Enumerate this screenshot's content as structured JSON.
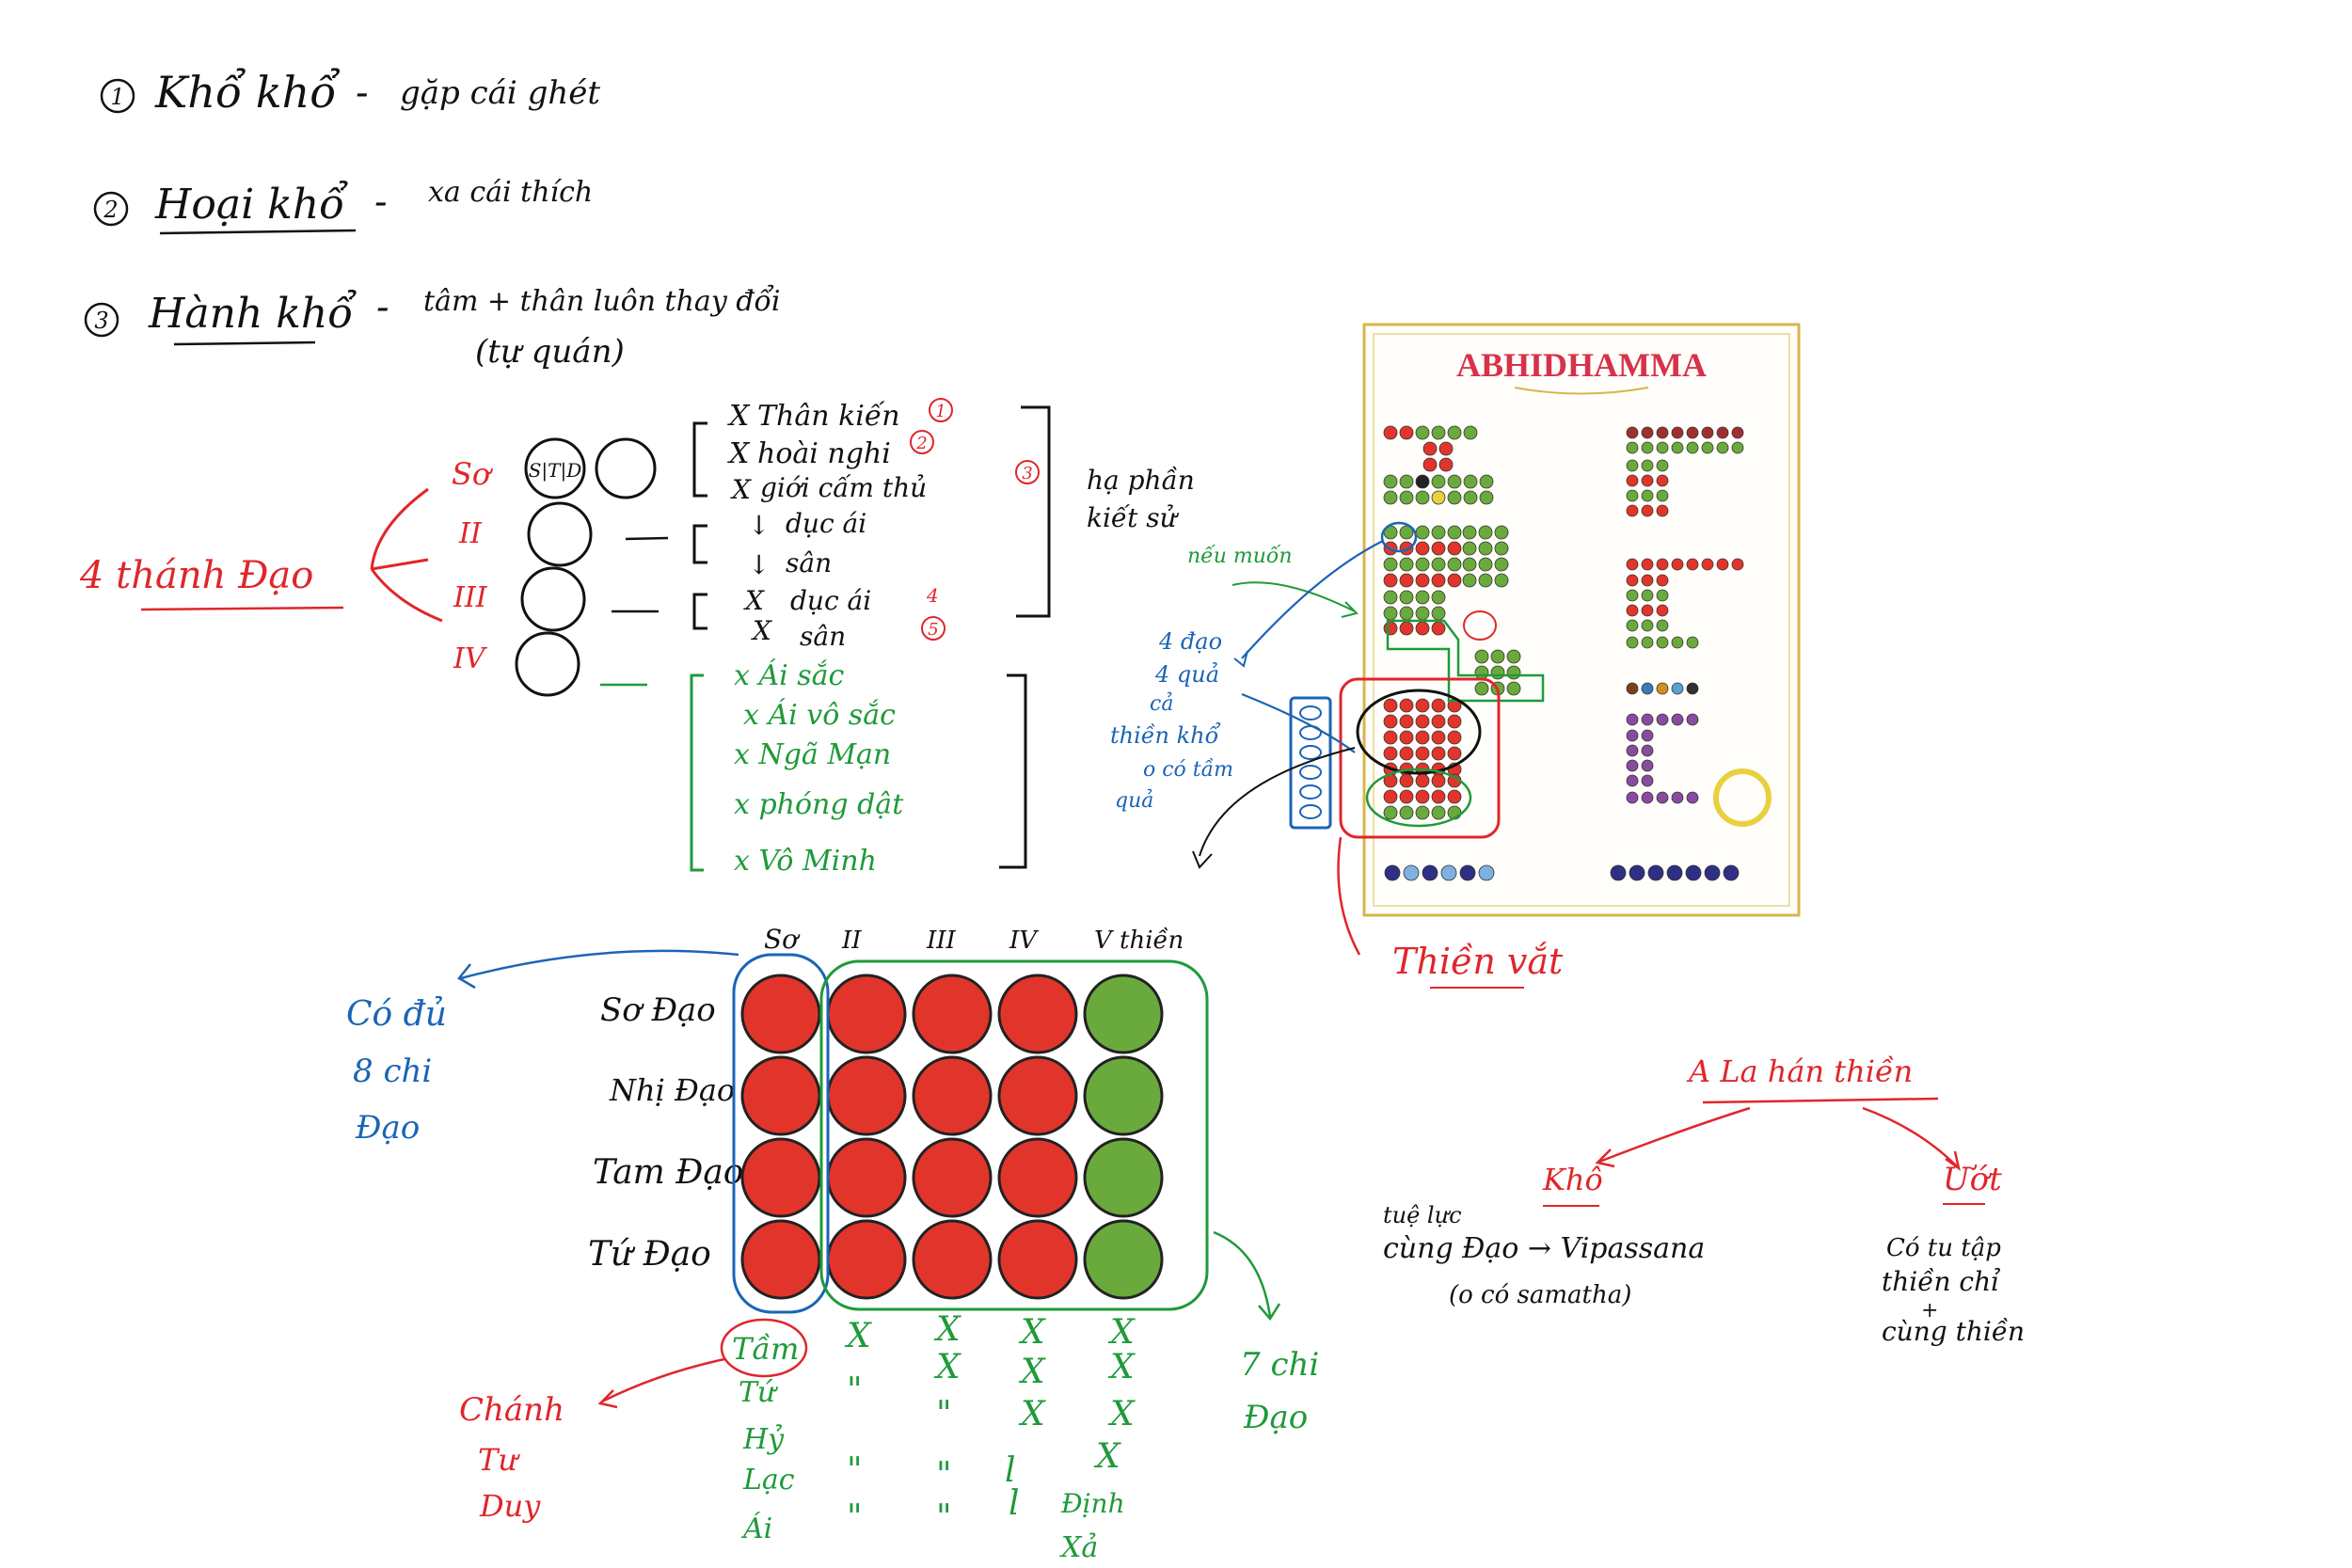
{
  "board": {
    "colors": {
      "ink_black": "#111111",
      "ink_red": "#e0262b",
      "ink_green": "#1f9a3a",
      "ink_blue": "#1b64b5",
      "dot_red": "#e1352c",
      "dot_green": "#6aaa3c",
      "dot_purple": "#8a4aa0",
      "dot_navy": "#2f2f86",
      "gold": "#d8b64a"
    }
  },
  "dukkha": {
    "items": [
      {
        "num": "1",
        "term": "Khổ khổ",
        "desc": "gặp cái ghét"
      },
      {
        "num": "2",
        "term": "Hoại khổ",
        "desc": "xa cái thích"
      },
      {
        "num": "3",
        "term": "Hành khổ",
        "desc": "tâm + thân luôn thay đổi"
      }
    ],
    "note": "(tự quán)"
  },
  "stages": {
    "label": "4 thánh Đạo",
    "rows": [
      "Sơ",
      "II",
      "III",
      "IV"
    ],
    "std": "S|T|D",
    "list1": [
      {
        "mark": "X",
        "text": "Thân kiến",
        "badge": "1"
      },
      {
        "mark": "X",
        "text": "hoài nghi",
        "badge": "2"
      },
      {
        "mark": "X",
        "text": "giới cấm thủ",
        "badge": "3"
      }
    ],
    "list2": [
      {
        "mark": "↓",
        "text": "dục ái"
      },
      {
        "mark": "↓",
        "text": "sân"
      }
    ],
    "list3": [
      {
        "mark": "X",
        "text": "dục ái",
        "badge": "4"
      },
      {
        "mark": "X",
        "text": "sân",
        "badge": "5"
      }
    ],
    "list4": [
      "x Ái sắc",
      "x Ái vô sắc",
      "x Ngã Mạn",
      "x phóng dật",
      "x Vô Minh"
    ],
    "bracket_note_line1": "hạ phần",
    "bracket_note_line2": "kiết sử"
  },
  "poster": {
    "title": "ABHIDHAMMA"
  },
  "poster_notes": {
    "green_note": "nếu muốn",
    "blue_note": [
      "4 đạo",
      "4 quả",
      "cả",
      "thiền khổ",
      "o có tầm",
      "quả"
    ],
    "red_label": "Thiền vắt"
  },
  "grid": {
    "columns": [
      "Sơ",
      "II",
      "III",
      "IV",
      "V thiền"
    ],
    "rows": [
      "Sơ Đạo",
      "Nhị Đạo",
      "Tam Đạo",
      "Tứ Đạo"
    ],
    "blue_note": [
      "Có đủ",
      "8 chi",
      "Đạo"
    ],
    "green_note": [
      "7 chi",
      "Đạo"
    ],
    "tam_label": "Tầm",
    "red_note": [
      "Chánh",
      "Tư",
      "Duy"
    ],
    "factor_labels": [
      "Tứ",
      "Hỷ",
      "Lạc",
      "Ái",
      "Định"
    ],
    "v_extra": "Xả",
    "marks": {
      "cross": "X",
      "ditto": "\"",
      "one": "l"
    }
  },
  "arhat": {
    "top": "A La hán thiền",
    "left_head": "Khô",
    "left_lines": [
      "tuệ lực",
      "cùng Đạo → Vipassana",
      "(o có samatha)"
    ],
    "right_head": "Ướt",
    "right_lines": [
      "Có tu tập",
      "thiền chỉ",
      "+",
      "cùng thiền"
    ]
  }
}
